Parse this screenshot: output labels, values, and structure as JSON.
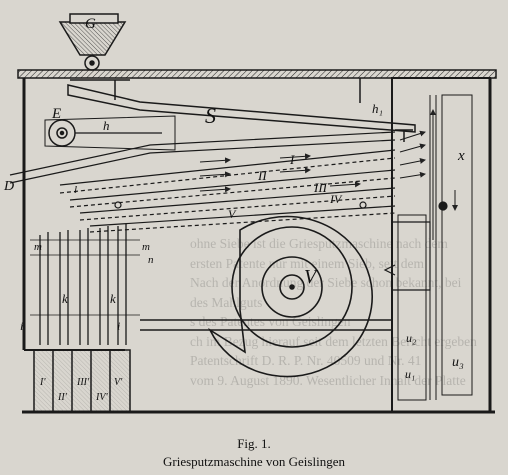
{
  "caption": {
    "figure_number": "Fig. 1.",
    "title": "Griesputzmaschine von Geislingen"
  },
  "labels": {
    "hopper": "G",
    "sieve": "S",
    "eccentric": "E",
    "rod": "h",
    "lever": "h₁",
    "outlet_d": "D",
    "fan": "V",
    "x_flap": "x",
    "bin_k1": "k",
    "bin_k2": "k",
    "m_left": "m",
    "m_right": "m",
    "n_right": "n",
    "i_left": "i",
    "i_right": "i",
    "l_label": "l",
    "u2": "u₂",
    "u1": "u₁",
    "u3": "u₃",
    "layers": [
      "I",
      "II",
      "III",
      "IV",
      "V"
    ],
    "outlets": [
      "I'",
      "II'",
      "III'",
      "IV'",
      "V'"
    ]
  },
  "background_text": [
    "ohne Siebe ist die Gries­putzmaschine nach dem",
    "ersten Patente nur mit einem Sieb, seit dem",
    "Nach der Anordnung der Siebe schon bekannt, bei",
    "des Mahlguts",
    "s des Patentes von Geislingen",
    "ch im Bezug hierauf seit dem letzten Bericht ergeben",
    "Patentschrift D. R. P. Nr. 40509 und Nr. 41",
    "",
    "vom 9. August 1890. Wesentlicher Inhalt der Platte"
  ],
  "colors": {
    "paper": "#d9d6cf",
    "ink": "#1a1a1a"
  }
}
